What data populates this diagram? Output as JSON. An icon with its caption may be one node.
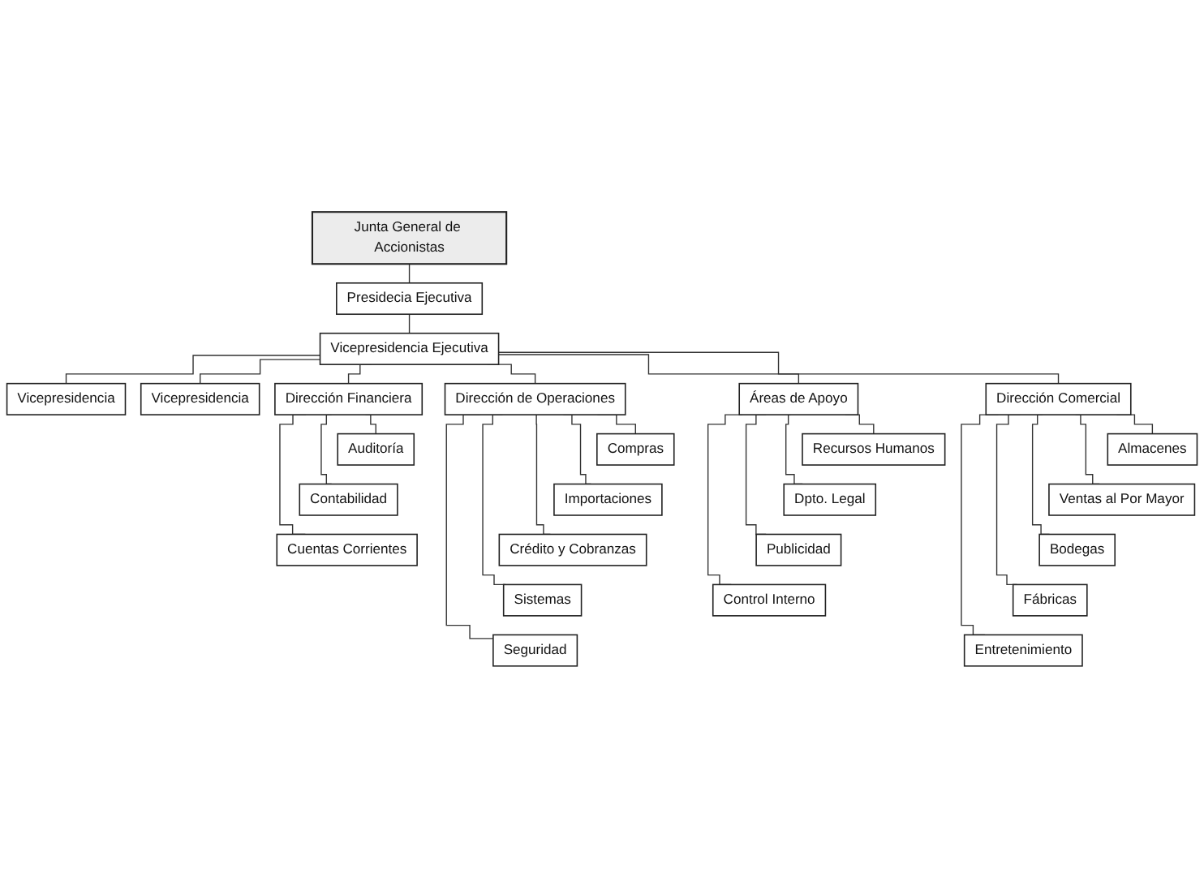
{
  "diagram": {
    "nodes": [
      {
        "text": [
          "Junta General de Accionistas"
        ]
      },
      {
        "text": [
          "Presidecia Ejecutiva"
        ]
      },
      {
        "text": [
          "Vicepresidencia Ejecutiva"
        ]
      },
      {
        "text": [
          "Vicepresidencia"
        ]
      },
      {
        "text": [
          "Vicepresidencia"
        ]
      },
      {
        "text": [
          "Dirección Financiera"
        ]
      },
      {
        "text": [
          "Dirección de Operaciones"
        ]
      },
      {
        "text": [
          "Dirección Comercial"
        ]
      },
      {
        "text": [
          "Áreas de Apoyo"
        ]
      },
      {
        "text": [
          "Auditoría"
        ]
      },
      {
        "text": [
          "Contabilidad"
        ]
      },
      {
        "text": [
          "Cuentas Corrientes"
        ]
      },
      {
        "text": [
          "Compras"
        ]
      },
      {
        "text": [
          "Importaciones"
        ]
      },
      {
        "text": [
          "Crédito y Cobranzas"
        ]
      },
      {
        "text": [
          "Sistemas"
        ]
      },
      {
        "text": [
          "Seguridad"
        ]
      },
      {
        "text": [
          "Almacenes"
        ]
      },
      {
        "text": [
          "Ventas al Por Mayor"
        ]
      },
      {
        "text": [
          "Bodegas"
        ]
      },
      {
        "text": [
          "Fábricas"
        ]
      },
      {
        "text": [
          "Entretenimiento"
        ]
      },
      {
        "text": [
          "Recursos Humanos"
        ]
      },
      {
        "text": [
          "Dpto. Legal"
        ]
      },
      {
        "text": [
          "Publicidad"
        ]
      },
      {
        "text": [
          "Control Interno"
        ]
      }
    ],
    "edges": [
      {
        "from": 0,
        "to": 1,
        "arrow": "none"
      },
      {
        "from": 1,
        "to": 2,
        "arrow": "none"
      },
      {
        "from": 2,
        "to": 3,
        "arrow": "none"
      },
      {
        "from": 2,
        "to": 4,
        "arrow": "none"
      },
      {
        "from": 2,
        "to": 5,
        "arrow": "none"
      },
      {
        "from": 2,
        "to": 6,
        "arrow": "none"
      },
      {
        "from": 2,
        "to": 7,
        "arrow": "none"
      },
      {
        "from": 2,
        "to": 8,
        "arrow": "none"
      },
      {
        "from": 5,
        "to": 9,
        "arrow": "none"
      },
      {
        "from": 5,
        "to": 10,
        "arrow": "none"
      },
      {
        "from": 5,
        "to": 11,
        "arrow": "none"
      },
      {
        "from": 6,
        "to": 12,
        "arrow": "none"
      },
      {
        "from": 6,
        "to": 13,
        "arrow": "none"
      },
      {
        "from": 6,
        "to": 14,
        "arrow": "none"
      },
      {
        "from": 6,
        "to": 15,
        "arrow": "none"
      },
      {
        "from": 6,
        "to": 16,
        "arrow": "none"
      },
      {
        "from": 7,
        "to": 17,
        "arrow": "none"
      },
      {
        "from": 7,
        "to": 18,
        "arrow": "none"
      },
      {
        "from": 7,
        "to": 19,
        "arrow": "none"
      },
      {
        "from": 7,
        "to": 20,
        "arrow": "none"
      },
      {
        "from": 7,
        "to": 21,
        "arrow": "none"
      },
      {
        "from": 8,
        "to": 22,
        "arrow": "none"
      },
      {
        "from": 8,
        "to": 23,
        "arrow": "none"
      },
      {
        "from": 8,
        "to": 24,
        "arrow": "none"
      },
      {
        "from": 8,
        "to": 25,
        "arrow": "none"
      }
    ]
  }
}
